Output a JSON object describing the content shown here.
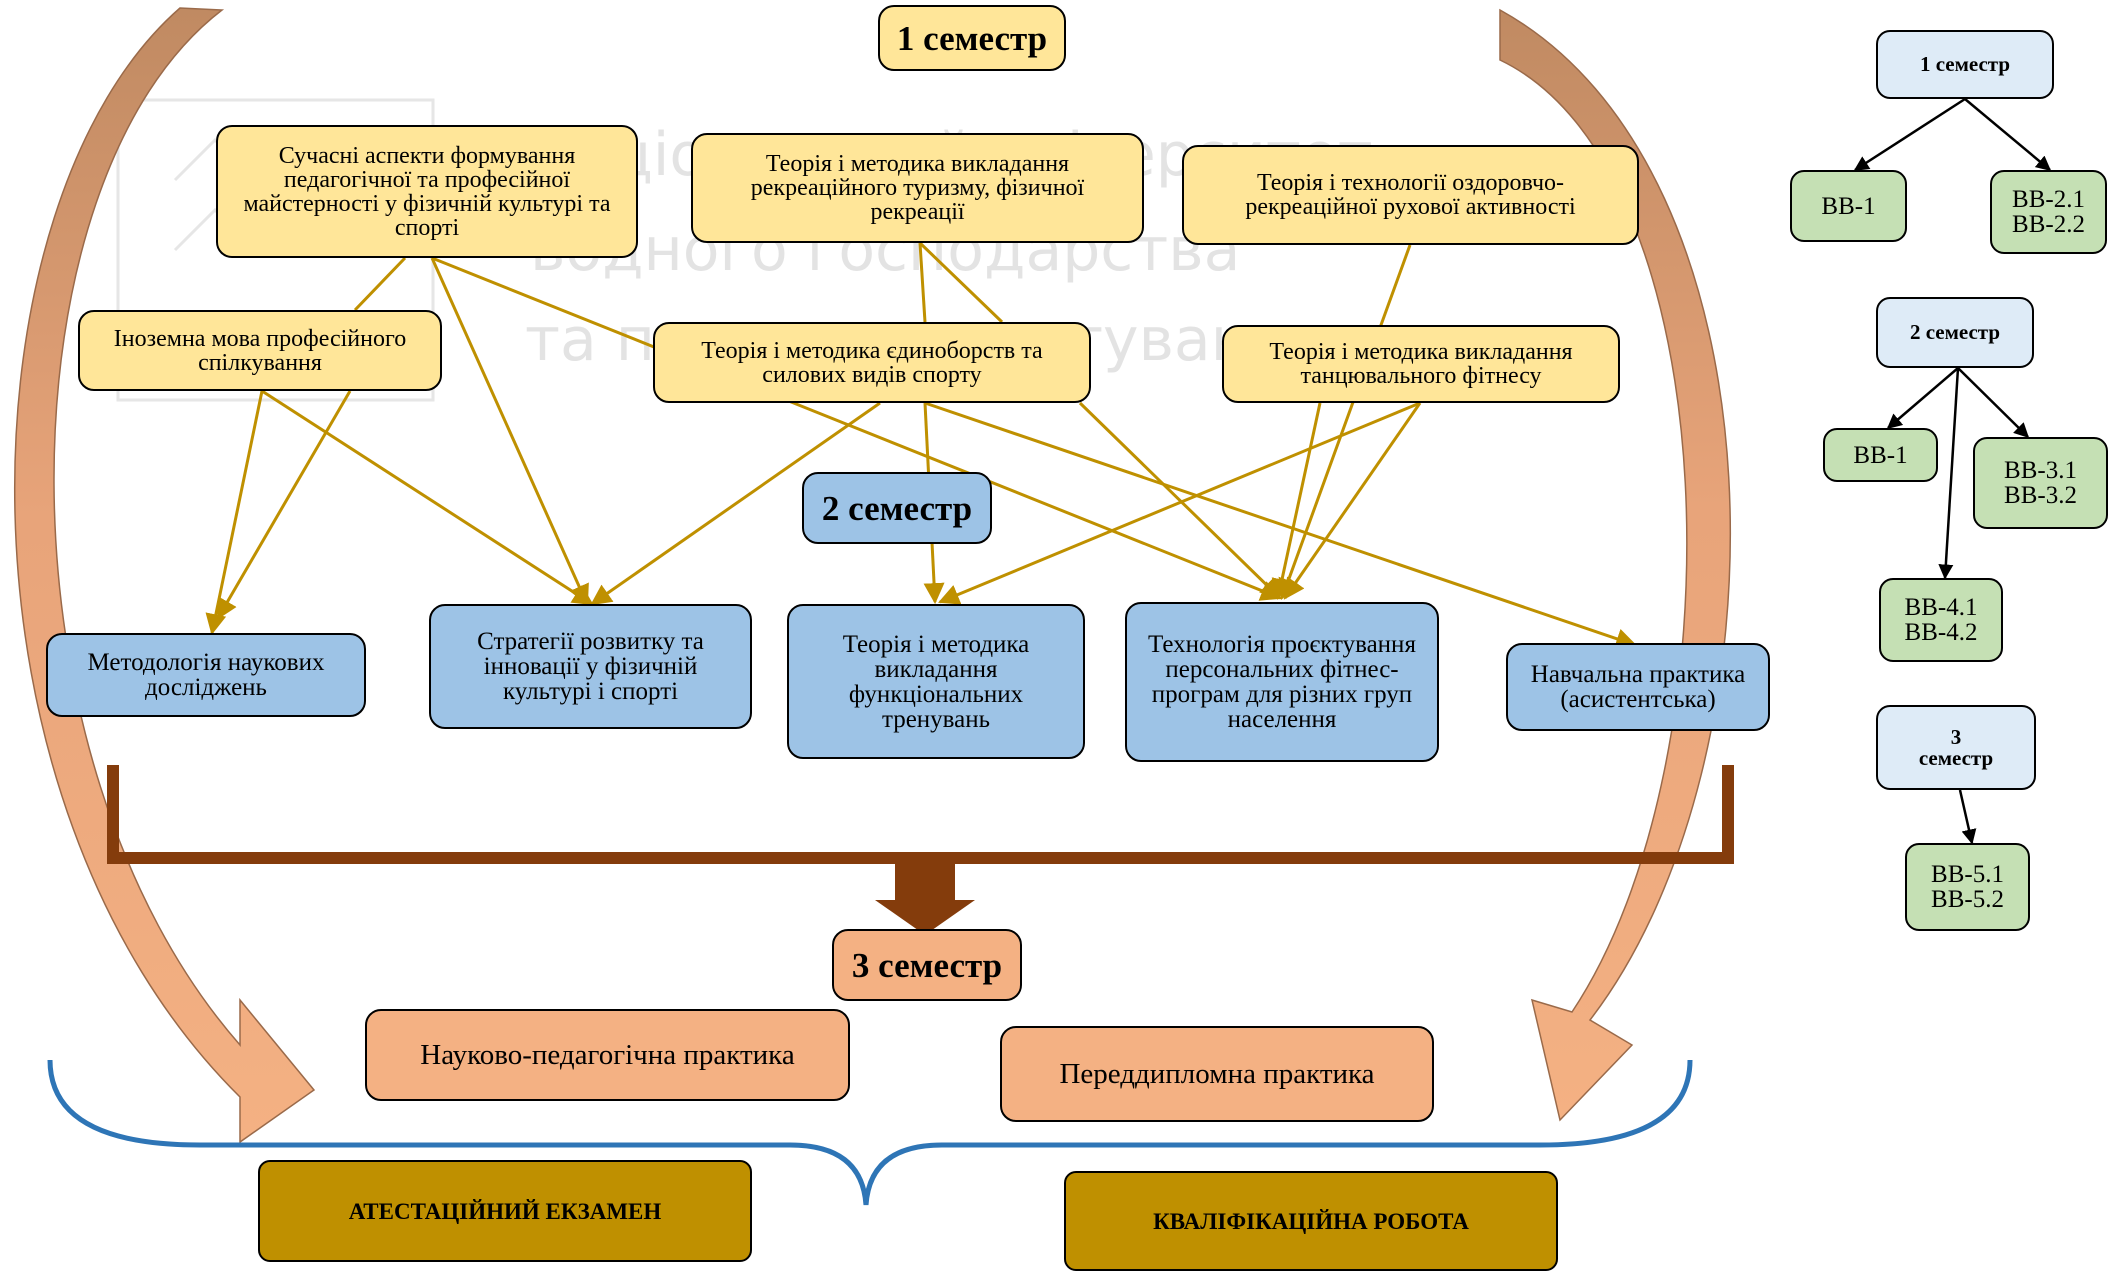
{
  "watermark": {
    "line1": "Національний університет",
    "line2": "водного господарства",
    "line3": "та природокористування"
  },
  "semesters": {
    "s1": "1 семестр",
    "s2": "2 семестр",
    "s3": "3 семестр"
  },
  "semester1_courses": {
    "c1": "Сучасні аспекти формування педагогічної та професійної майстерності у фізичній культурі та спорті",
    "c2": "Теорія і методика викладання рекреаційного туризму, фізичної рекреації",
    "c3": "Теорія і технології оздоровчо-рекреаційної рухової активності",
    "c4": "Іноземна мова професійного спілкування",
    "c5": "Теорія і методика єдиноборств  та силових видів спорту",
    "c6": "Теорія і методика викладання танцювального фітнесу"
  },
  "semester2_courses": {
    "c1": "Методологія наукових досліджень",
    "c2": "Стратегії розвитку та інновації у фізичній культурі і спорті",
    "c3": "Теорія і методика викладання функціональних тренувань",
    "c4": "Технологія проєктування персональних фітнес-програм для різних груп населення",
    "c5": "Навчальна практика (асистентська)"
  },
  "semester3_courses": {
    "c1": "Науково-педагогічна практика",
    "c2": "Переддипломна практика"
  },
  "final": {
    "exam": "АТЕСТАЦІЙНИЙ ЕКЗАМЕН",
    "thesis": "КВАЛІФІКАЦІЙНА РОБОТА"
  },
  "legend": {
    "s1": "1 семестр",
    "s2": "2 семестр",
    "s3": "3\nсеместр",
    "s1_a": "ВВ-1",
    "s1_b": "ВВ-2.1\nВВ-2.2",
    "s2_a": "ВВ-1",
    "s2_b": "ВВ-3.1\nВВ-3.2",
    "s2_c": "ВВ-4.1\nВВ-4.2",
    "s3_a": "ВВ-5.1\nВВ-5.2"
  },
  "colors": {
    "semester1": "#ffe699",
    "semester2": "#9dc3e6",
    "semester3": "#f4b183",
    "connector": "#bf9000",
    "bracket": "#843c0c",
    "brace": "#2e75b6",
    "final": "#bf9000",
    "legend_header": "#deebf7",
    "legend_item": "#c5e0b4"
  }
}
